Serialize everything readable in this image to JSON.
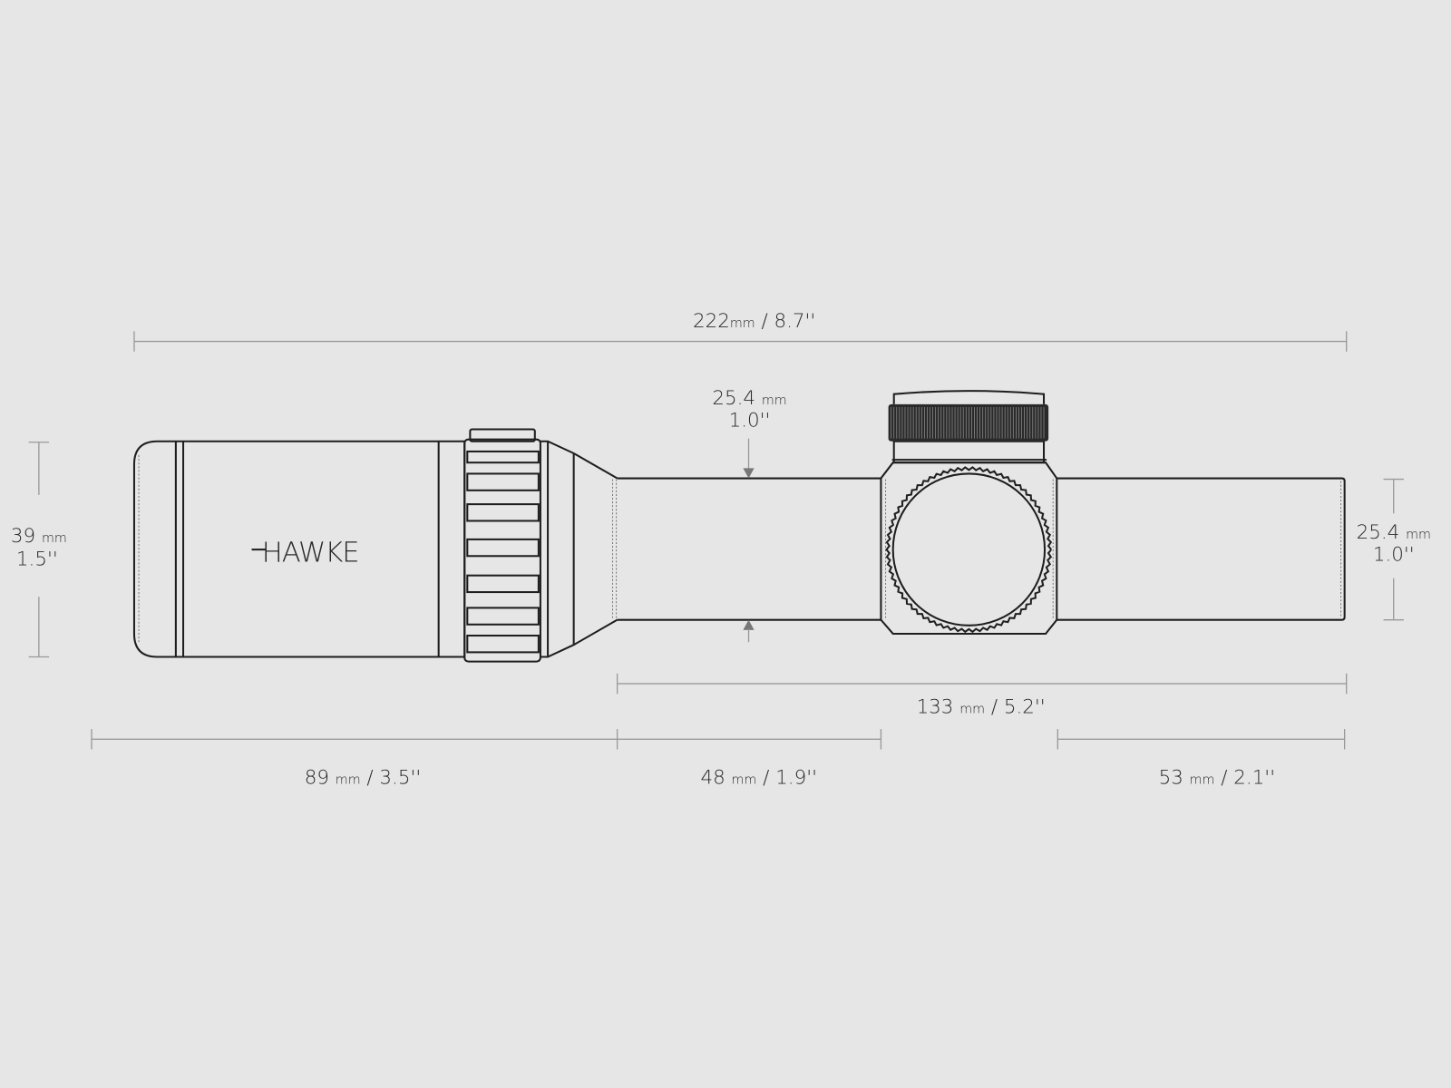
{
  "colors": {
    "background": "#e6e6e6",
    "outline": "#1e1e1e",
    "dimension_line": "#999999"
  },
  "logo": "HAWKE",
  "dimensions": {
    "overall_length": {
      "value": "222",
      "unit": "mm",
      "imperial": "/ 8.7''"
    },
    "objective_diameter": {
      "value": "39",
      "unit": "mm",
      "imperial": "1.5''"
    },
    "tube_diameter_center": {
      "value": "25.4",
      "unit": "mm",
      "imperial": "1.0''"
    },
    "tube_diameter_right": {
      "value": "25.4",
      "unit": "mm",
      "imperial": "1.0''"
    },
    "mountable_length": {
      "value": "133",
      "unit": "mm",
      "imperial": "/ 5.2''"
    },
    "eyepiece_length": {
      "value": "89",
      "unit": "mm",
      "imperial": "/ 3.5''"
    },
    "front_tube_length": {
      "value": "48",
      "unit": "mm",
      "imperial": "/ 1.9''"
    },
    "rear_tube_length": {
      "value": "53",
      "unit": "mm",
      "imperial": "/ 2.1''"
    }
  }
}
